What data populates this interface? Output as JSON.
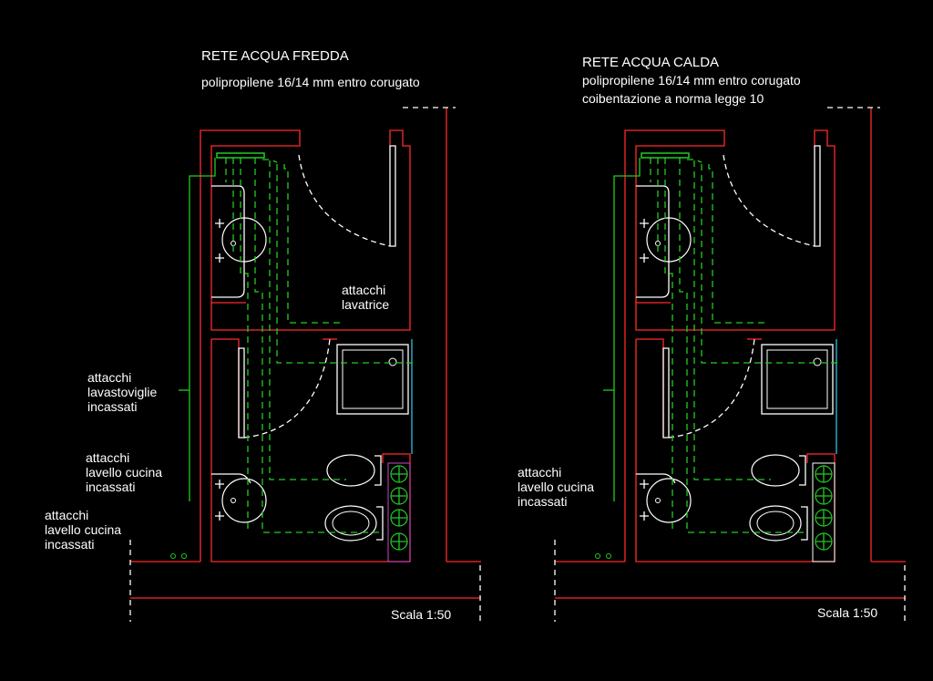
{
  "left_plan": {
    "title": "RETE ACQUA FREDDA",
    "subtitle": "polipropilene 16/14 mm entro corugato",
    "label_washing_machine": [
      "attacchi",
      "lavatrice"
    ],
    "label_dishwasher": [
      "attacchi",
      "lavastoviglie",
      "incassati"
    ],
    "label_sink_1": [
      "attacchi",
      "lavello cucina",
      "incassati"
    ],
    "label_sink_2": [
      "attacchi",
      "lavello cucina",
      "incassati"
    ],
    "scale": "Scala 1:50"
  },
  "right_plan": {
    "title": "RETE ACQUA CALDA",
    "subtitle": "polipropilene 16/14 mm entro corugato",
    "subtitle_2": "coibentazione a norma legge 10",
    "label_sink": [
      "attacchi",
      "lavello cucina",
      "incassati"
    ],
    "scale": "Scala 1:50"
  },
  "colors": {
    "background": "#000000",
    "walls": "#ff2a2a",
    "pipes": "#22cc22",
    "fixtures": "#ffffff",
    "accent_cyan": "#33bbdd",
    "accent_magenta": "#cc44cc"
  }
}
